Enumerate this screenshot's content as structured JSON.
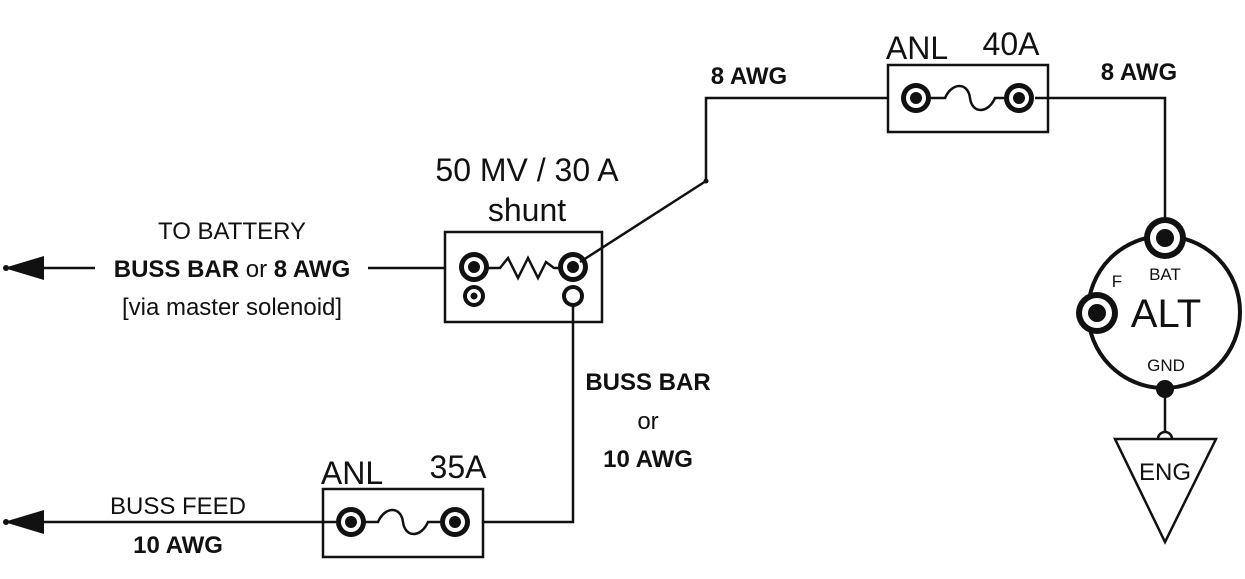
{
  "shunt": {
    "rating": "50 MV / 30 A",
    "name": "shunt"
  },
  "battery": {
    "line1": "TO BATTERY",
    "line2_a": "BUSS BAR",
    "line2_b": " or ",
    "line2_c": "8 AWG",
    "line3": "[via master solenoid]"
  },
  "fuse_top": {
    "type": "ANL",
    "rating": "40A"
  },
  "wire_top_left": "8 AWG",
  "wire_top_right": "8 AWG",
  "alternator": {
    "label": "ALT",
    "bat": "BAT",
    "field": "F",
    "gnd": "GND"
  },
  "engine": {
    "label": "ENG"
  },
  "buss_bar": {
    "line1": "BUSS BAR",
    "line2": "or",
    "line3": "10 AWG"
  },
  "fuse_bottom": {
    "type": "ANL",
    "rating": "35A"
  },
  "buss_feed": {
    "line1": "BUSS FEED",
    "line2": "10 AWG"
  }
}
